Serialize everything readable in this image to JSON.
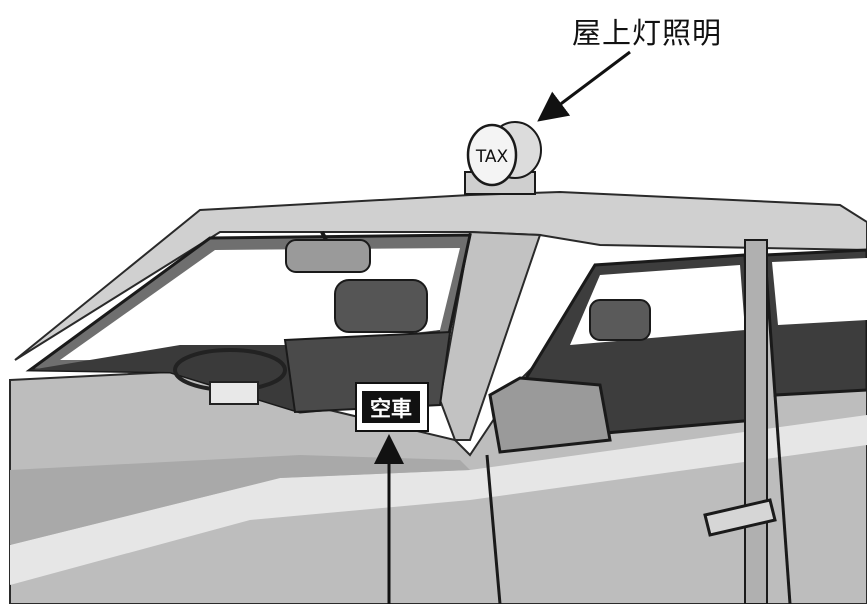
{
  "roof_lamp": {
    "callout_label": "屋上灯照明",
    "lamp_text": "TAX"
  },
  "dashboard_sign": {
    "sign_text": "空車"
  }
}
